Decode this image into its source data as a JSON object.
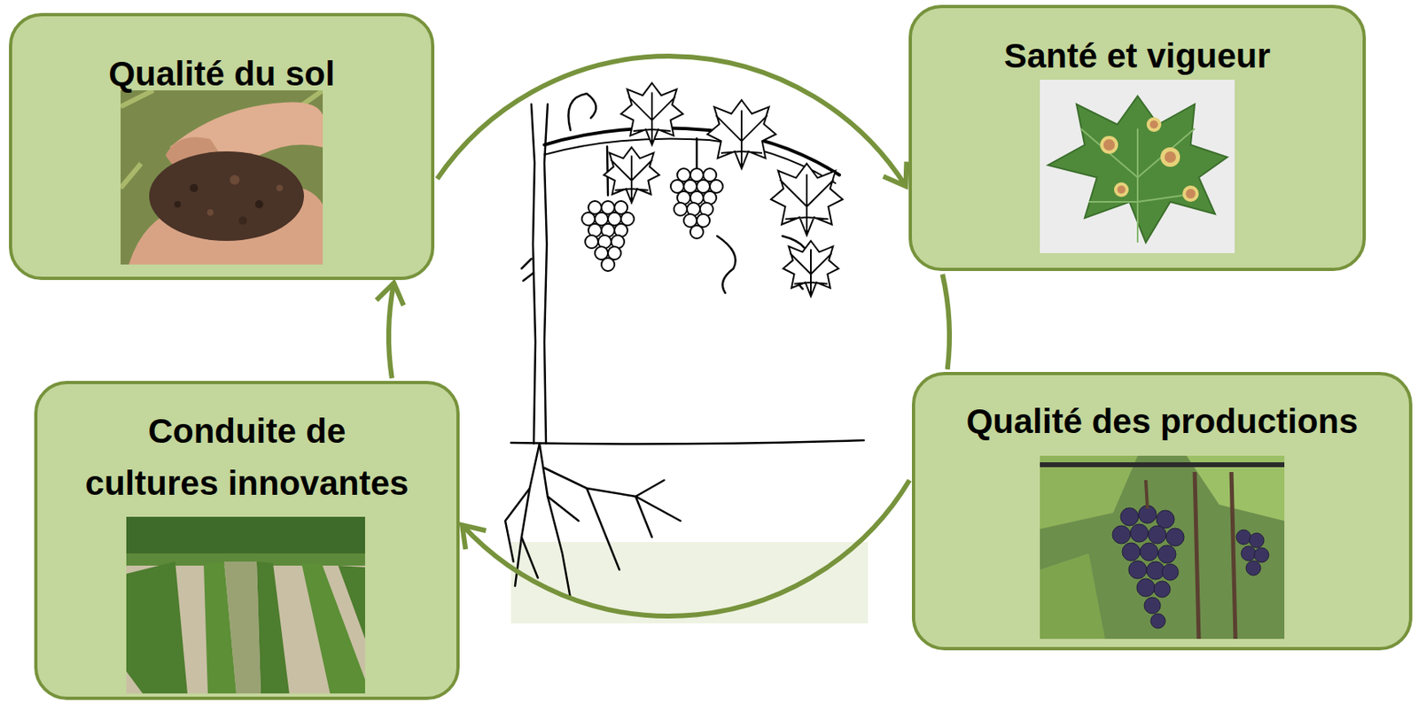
{
  "diagram": {
    "nodes": [
      {
        "text": [
          "Qualité du sol"
        ]
      },
      {
        "text": [
          "Santé et vigueur"
        ]
      },
      {
        "text": [
          "Conduite de cultures innovantes"
        ]
      },
      {
        "text": [
          "Qualité des productions"
        ]
      }
    ],
    "edges": [
      {
        "from": 0,
        "to": 1,
        "arrow": "to"
      },
      {
        "from": 1,
        "to": 3,
        "arrow": "none"
      },
      {
        "from": 3,
        "to": 2,
        "arrow": "to"
      },
      {
        "from": 2,
        "to": 0,
        "arrow": "to"
      }
    ]
  }
}
